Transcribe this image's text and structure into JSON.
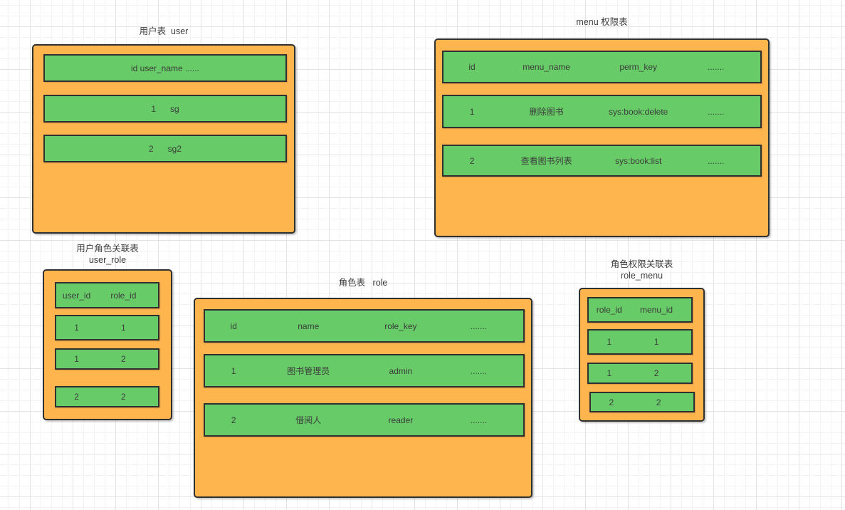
{
  "colors": {
    "table_fill": "#ffb54e",
    "row_fill": "#67cb67",
    "stroke": "#303030",
    "text": "#3c3c3c",
    "grid_minor": "#f3f3f3",
    "grid_major": "#e4e4e4",
    "canvas_bg": "#ffffff"
  },
  "tables": [
    {
      "key": "user",
      "title": "用户表  user",
      "rows": [
        {
          "cells": [
            "id user_name ......"
          ]
        },
        {
          "cells": [
            "1      sg"
          ]
        },
        {
          "cells": [
            "2      sg2"
          ]
        }
      ]
    },
    {
      "key": "menu",
      "title": "menu 权限表",
      "rows": [
        {
          "cells": [
            "id",
            "menu_name",
            "perm_key",
            "......."
          ]
        },
        {
          "cells": [
            "1",
            "删除图书",
            "sys:book:delete",
            "......."
          ]
        },
        {
          "cells": [
            "2",
            "查看图书列表",
            "sys:book:list",
            "......."
          ]
        }
      ]
    },
    {
      "key": "user_role",
      "title_line1": "用户角色关联表",
      "title_line2": "user_role",
      "rows": [
        {
          "cells": [
            "user_id",
            "role_id"
          ]
        },
        {
          "cells": [
            "1",
            "1"
          ]
        },
        {
          "cells": [
            "1",
            "2"
          ]
        },
        {
          "cells": [
            "2",
            "2"
          ]
        }
      ]
    },
    {
      "key": "role",
      "title": "角色表   role",
      "rows": [
        {
          "cells": [
            "id",
            "name",
            "role_key",
            "......."
          ]
        },
        {
          "cells": [
            "1",
            "图书管理员",
            "admin",
            "......."
          ]
        },
        {
          "cells": [
            "2",
            "借阅人",
            "reader",
            "......."
          ]
        }
      ]
    },
    {
      "key": "role_menu",
      "title_line1": "角色权限关联表",
      "title_line2": "role_menu",
      "rows": [
        {
          "cells": [
            "role_id",
            "menu_id"
          ]
        },
        {
          "cells": [
            "1",
            "1"
          ]
        },
        {
          "cells": [
            "1",
            "2"
          ]
        },
        {
          "cells": [
            "2",
            "2"
          ]
        }
      ]
    }
  ]
}
